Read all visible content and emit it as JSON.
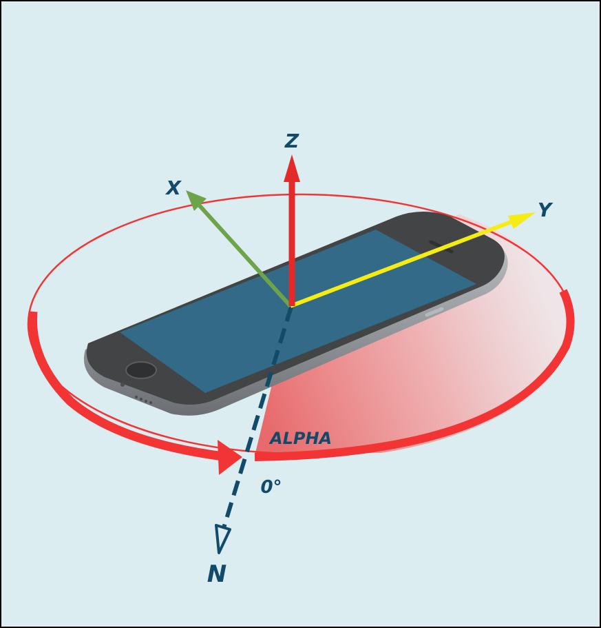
{
  "labels": {
    "z_axis": "Z",
    "x_axis": "X",
    "y_axis": "Y",
    "north": "N",
    "rotation": "ALPHA",
    "zero_angle": "0°"
  },
  "colors": {
    "background": "#dcedf1",
    "frame": "#000000",
    "text": "#124a6a",
    "alpha_ring": "#f23434",
    "alpha_fill": "#e86a6c",
    "z_axis": "#e32a2a",
    "x_axis": "#6da44a",
    "y_axis": "#f4ec12",
    "north_axis": "#124a6a",
    "phone_body": "#8f9296",
    "phone_face": "#434446",
    "phone_screen": "#326a87"
  },
  "icons": {
    "device": "smartphone-icon",
    "compass_needle": "north-arrow-icon"
  }
}
